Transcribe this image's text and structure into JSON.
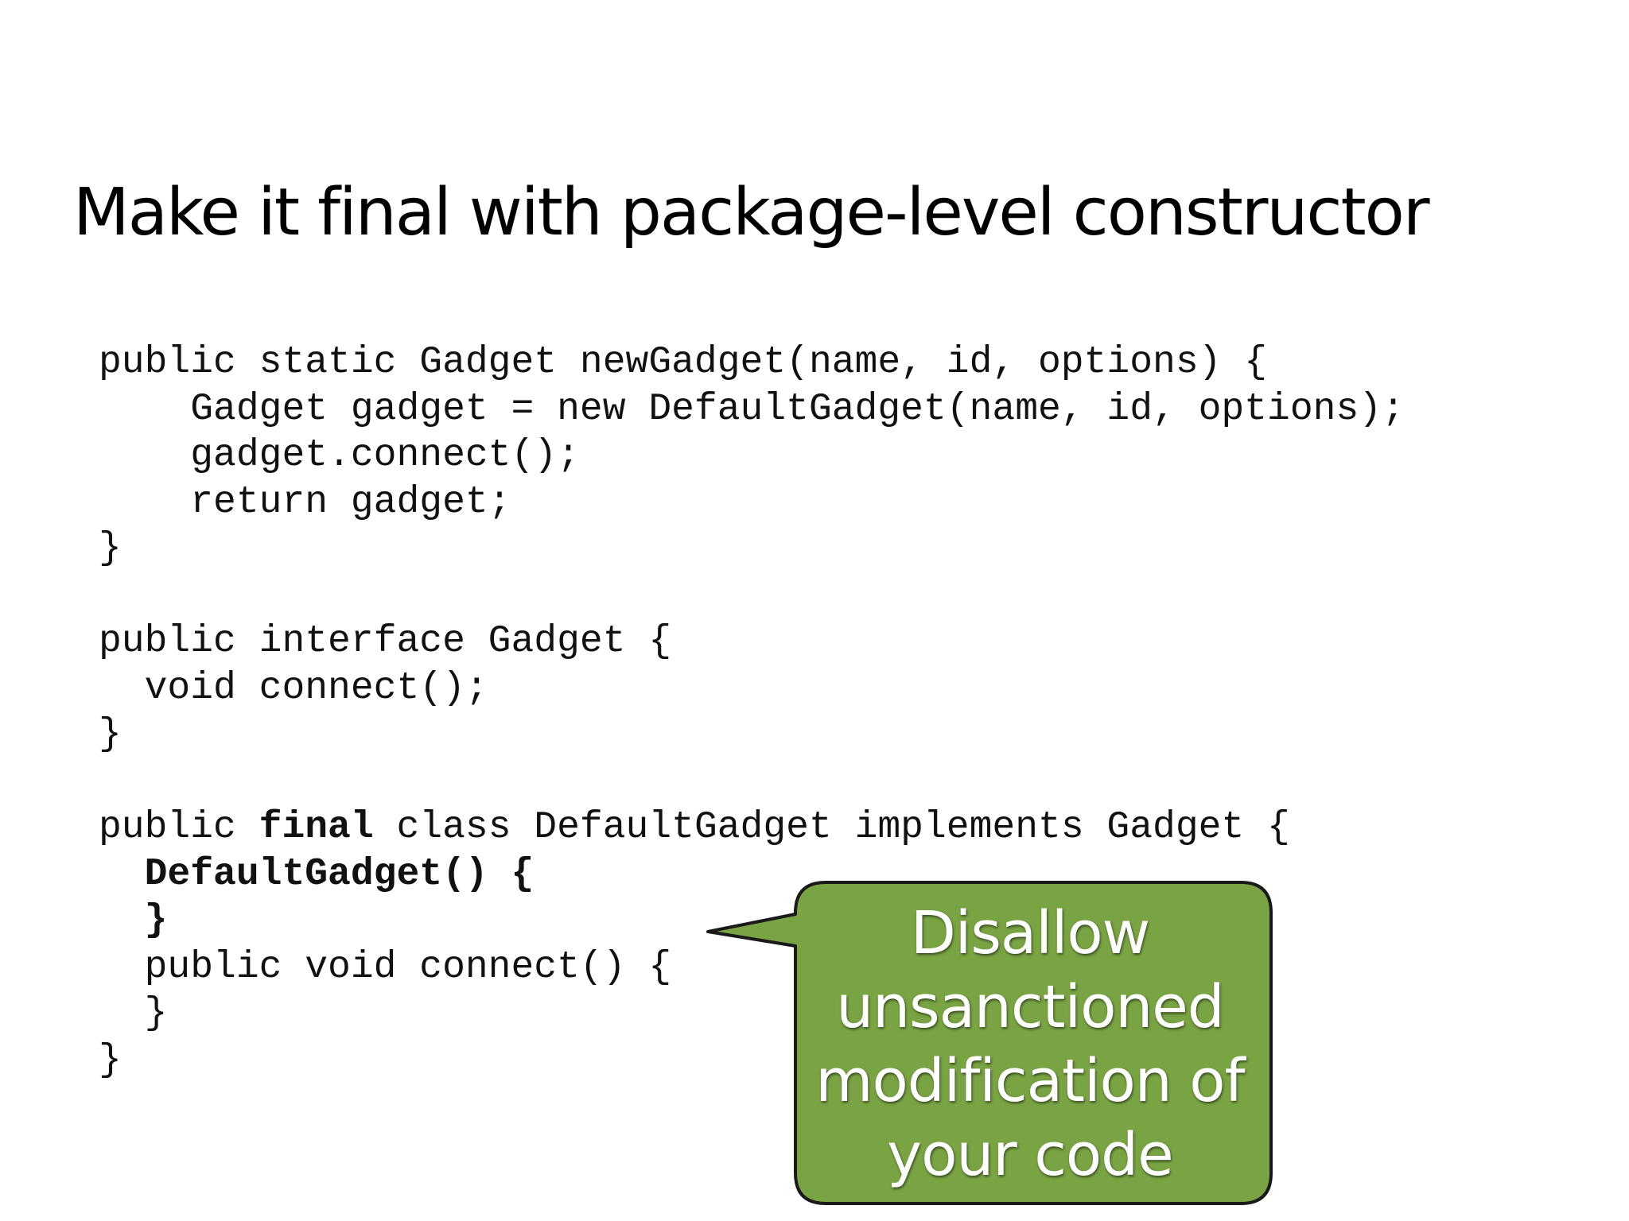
{
  "slide": {
    "title": "Make it final with package-level constructor"
  },
  "code": {
    "lines": [
      "public static Gadget newGadget(name, id, options) {",
      "    Gadget gadget = new DefaultGadget(name, id, options);",
      "    gadget.connect();",
      "    return gadget;",
      "}",
      "",
      "public interface Gadget {",
      "  void connect();",
      "}",
      "",
      "public ",
      "final",
      " class DefaultGadget implements Gadget {",
      "  DefaultGadget() {",
      "  }",
      "  public void connect() {",
      "  }",
      "}"
    ]
  },
  "callout": {
    "text": "Disallow\nunsanctioned\nmodification of\nyour code",
    "fill_color": "#7aa444",
    "border_color": "#1a1a1a"
  }
}
